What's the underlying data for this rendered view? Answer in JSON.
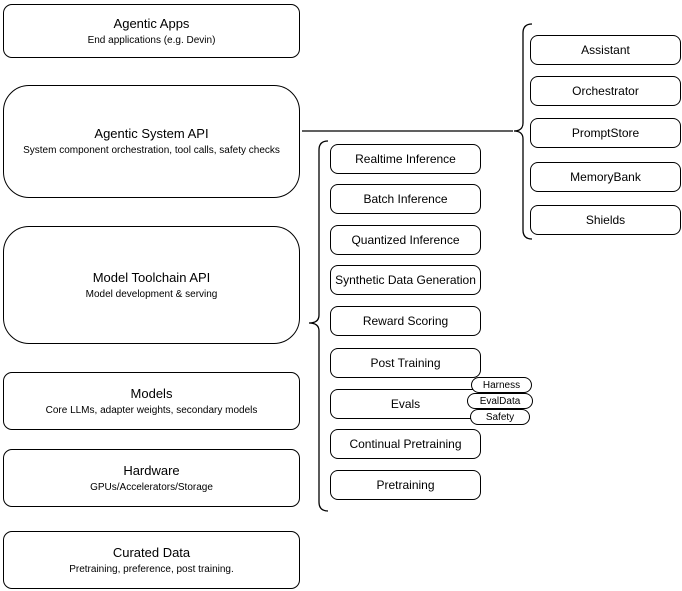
{
  "diagram": {
    "left_column": [
      {
        "title": "Agentic Apps",
        "subtitle": "End applications (e.g. Devin)"
      },
      {
        "title": "Agentic System API",
        "subtitle": "System component orchestration, tool calls, safety checks"
      },
      {
        "title": "Model Toolchain API",
        "subtitle": "Model development & serving"
      },
      {
        "title": "Models",
        "subtitle": "Core LLMs, adapter weights, secondary models"
      },
      {
        "title": "Hardware",
        "subtitle": "GPUs/Accelerators/Storage"
      },
      {
        "title": "Curated Data",
        "subtitle": "Pretraining, preference, post training."
      }
    ],
    "toolchain_services": [
      "Realtime Inference",
      "Batch Inference",
      "Quantized Inference",
      "Synthetic Data Generation",
      "Reward Scoring",
      "Post Training",
      "Evals",
      "Continual Pretraining",
      "Pretraining"
    ],
    "eval_tags": [
      "Harness",
      "EvalData",
      "Safety"
    ],
    "system_components": [
      "Assistant",
      "Orchestrator",
      "PromptStore",
      "MemoryBank",
      "Shields"
    ],
    "colors": {
      "stroke": "#000000",
      "background": "#ffffff",
      "text": "#000000"
    }
  }
}
